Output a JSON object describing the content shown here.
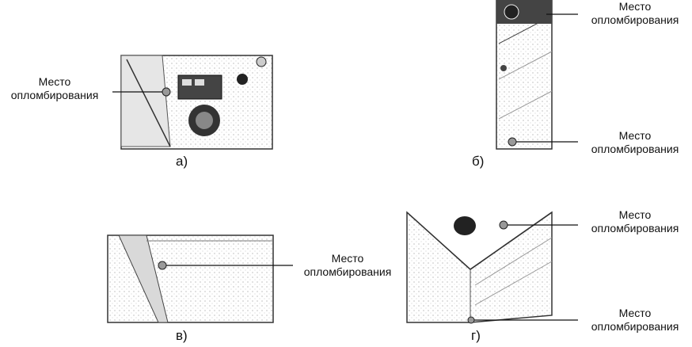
{
  "figures": [
    {
      "caption": "а)",
      "seal_labels": [
        {
          "line1": "Место",
          "line2": "опломбирования"
        }
      ]
    },
    {
      "caption": "б)",
      "seal_labels": [
        {
          "line1": "Место",
          "line2": "опломбирования"
        },
        {
          "line1": "Место",
          "line2": "опломбирования"
        }
      ]
    },
    {
      "caption": "в)",
      "seal_labels": [
        {
          "line1": "Место",
          "line2": "опломбирования"
        }
      ]
    },
    {
      "caption": "г)",
      "seal_labels": [
        {
          "line1": "Место",
          "line2": "опломбирования"
        },
        {
          "line1": "Место",
          "line2": "опломбирования"
        }
      ]
    }
  ]
}
